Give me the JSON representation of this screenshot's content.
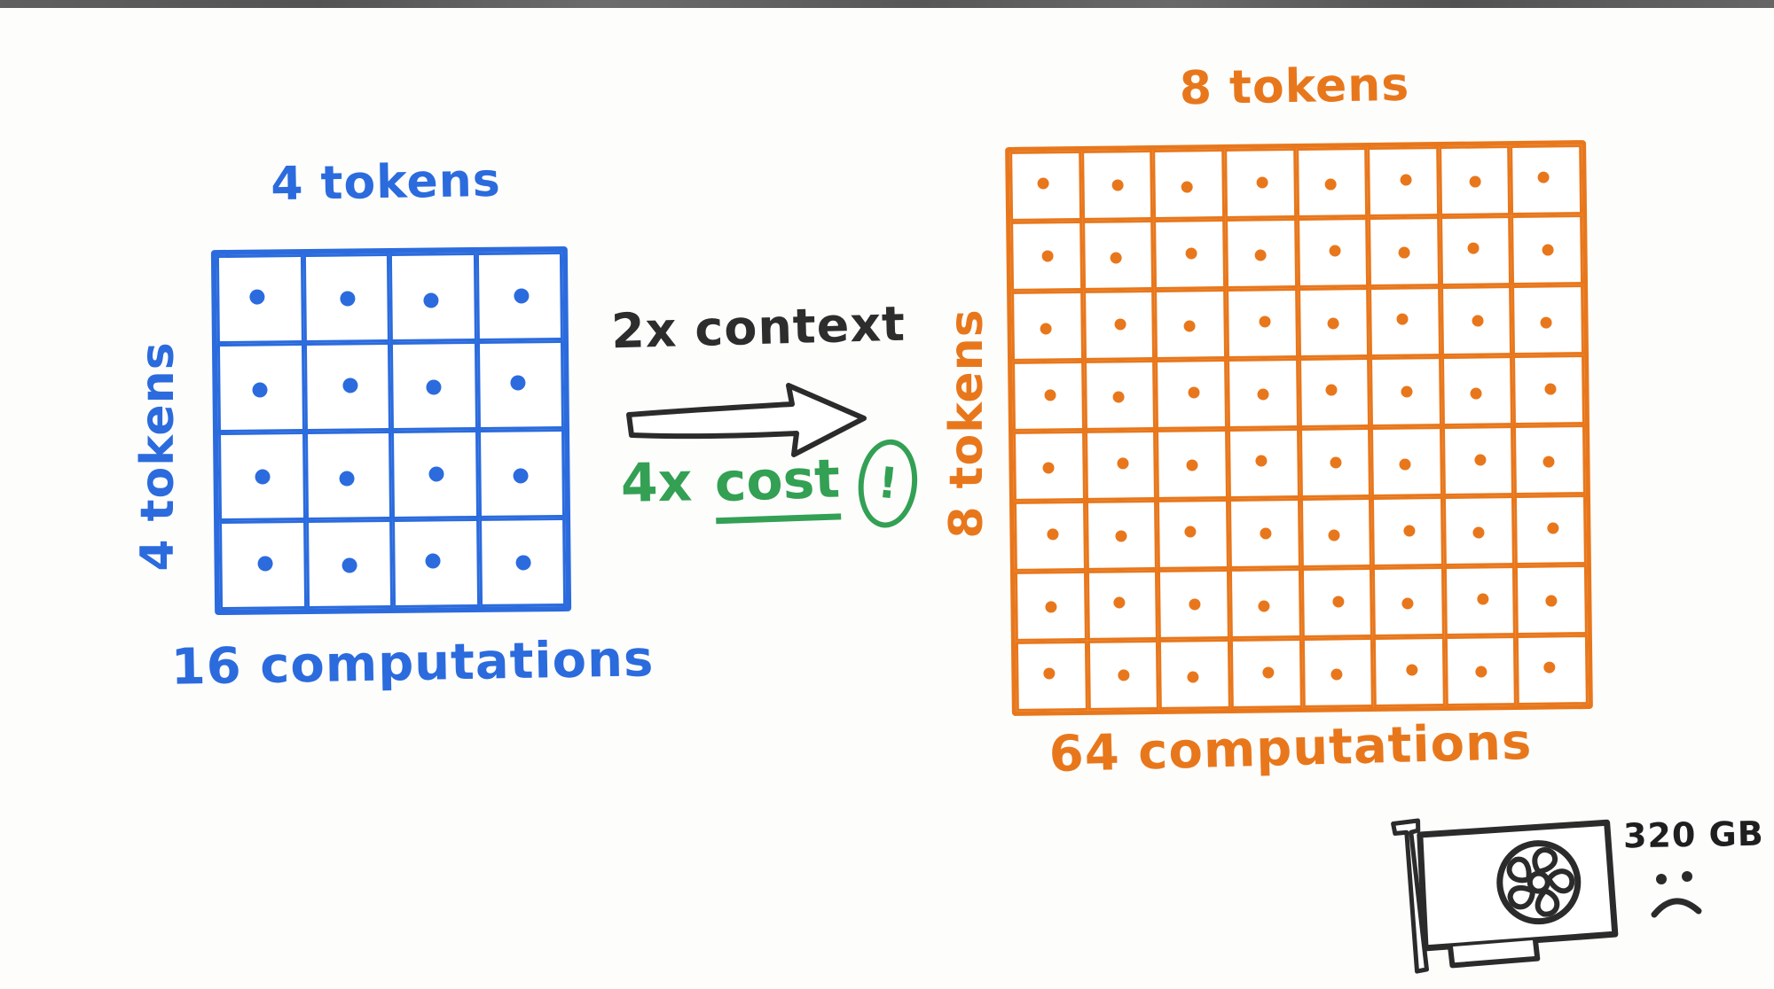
{
  "palette": {
    "blue": "#2b6bdd",
    "orange": "#e8771c",
    "green": "#33a054",
    "ink": "#2b2b2b"
  },
  "artifact": {
    "top_scan_strip": "scan-noise-band"
  },
  "left_figure": {
    "color": "blue",
    "rows": 4,
    "cols": 4,
    "top_label": "4 tokens",
    "side_label": "4 tokens",
    "caption": "16 computations"
  },
  "right_figure": {
    "color": "orange",
    "rows": 8,
    "cols": 8,
    "top_label": "8 tokens",
    "side_label": "8 tokens",
    "caption": "64 computations"
  },
  "transition": {
    "context_label": "2x context",
    "arrow_icon": "right-arrow",
    "cost_prefix": "4x",
    "cost_word": "cost",
    "cost_mark": "!"
  },
  "gpu": {
    "icon": "gpu-card",
    "fan_icon": "fan",
    "memory_label": "320 GB",
    "mood_icon": "sad-face"
  }
}
